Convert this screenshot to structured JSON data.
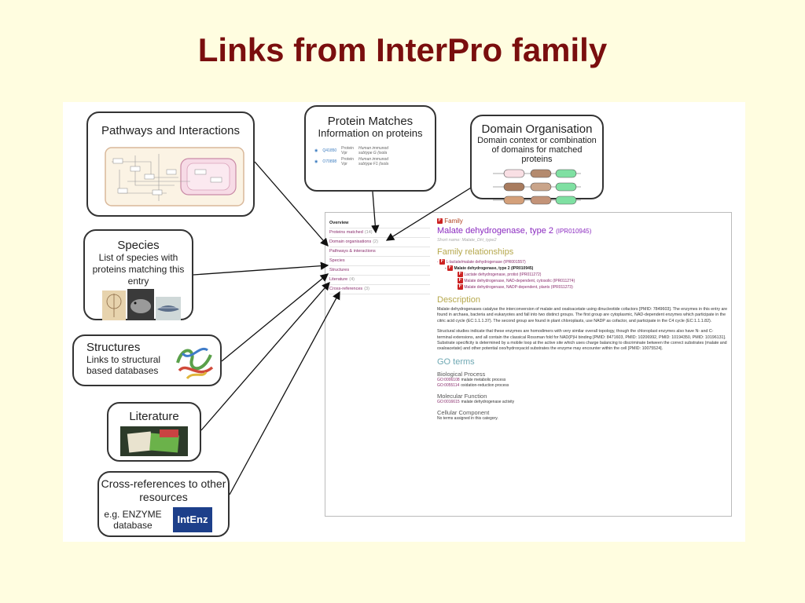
{
  "slide": {
    "title": "Links from InterPro family"
  },
  "callouts": {
    "pathways": {
      "title": "Pathways and Interactions"
    },
    "protein_matches": {
      "title": "Protein Matches",
      "subtitle": "Information on proteins",
      "rows": [
        {
          "acc": "Q41850",
          "type": "Protein",
          "type2": "Vpr",
          "desc": "Human immunod",
          "desc2": "subtype G (isola"
        },
        {
          "acc": "O70898",
          "type": "Protein",
          "type2": "Vpr",
          "desc": "Human immunod",
          "desc2": "subtype F1 (isola"
        }
      ]
    },
    "domain_org": {
      "title": "Domain Organisation",
      "subtitle": "Domain context or combination of domains for matched proteins"
    },
    "species": {
      "title": "Species",
      "subtitle": "List of species with proteins matching this entry"
    },
    "structures": {
      "title": "Structures",
      "subtitle": "Links to structural based databases"
    },
    "literature": {
      "title": "Literature"
    },
    "crossrefs": {
      "title": "Cross-references to other resources",
      "subtitle": "e.g. ENZYME database",
      "logo": "IntEnz"
    }
  },
  "interpro": {
    "nav": [
      {
        "label": "Overview",
        "count": ""
      },
      {
        "label": "Proteins matched",
        "count": "(14)"
      },
      {
        "label": "Domain organisations",
        "count": "(2)"
      },
      {
        "label": "Pathways & interactions",
        "count": ""
      },
      {
        "label": "Species",
        "count": ""
      },
      {
        "label": "Structures",
        "count": ""
      },
      {
        "label": "Literature",
        "count": "(4)"
      },
      {
        "label": "Cross-references",
        "count": "(3)"
      }
    ],
    "type": "Family",
    "title": "Malate dehydrogenase, type 2",
    "accession": "(IPR010945)",
    "short_name": "Short name: Malate_DH_type2",
    "family_heading": "Family relationships",
    "relationships": [
      {
        "label": "L-lactate/malate dehydrogenase",
        "acc": "(IPR001557)"
      },
      {
        "label": "Malate dehydrogenase, type 2",
        "acc": "(IPR010945)"
      },
      {
        "label": "Lactate dehydrogenase, protist",
        "acc": "(IPR011272)"
      },
      {
        "label": "Malate dehydrogenase, NAD-dependent, cytosolic",
        "acc": "(IPR011274)"
      },
      {
        "label": "Malate dehydrogenase, NADP-dependent, plants",
        "acc": "(IPR011273)"
      }
    ],
    "description_heading": "Description",
    "description_p1": "Malate dehydrogenases catalyse the interconversion of malate and oxaloacetate using dinucleotide cofactors [PMID: 7849603]. The enzymes in this entry are found in archaea, bacteria and eukaryotes and fall into two distinct groups. The first group are cytoplasmic, NAD-dependent enzymes which participate in the citric acid cycle (EC:1.1.1.37). The second group are found in plant chloroplasts, use NADP as cofactor, and participate in the C4 cycle (EC:1.1.1.82).",
    "description_p2": "Structural studies indicate that these enzymes are homodimers with very similar overall topology, though the chloroplast enzymes also have N- and C-terminal extensions, and all contain the classical Rossman fold for NAD(P)H binding [PMID: 8471603, PMID: 10206992, PMID: 10194350, PMID: 10196131]. Substrate specificity is determined by a mobile loop at the active site which uses charge balancing to discriminate between the correct substrates (malate and oxaloacetate) and other potential oxo/hydroxyacid substrates the enzyme may encounter within the cell [PMID: 10075524].",
    "go_heading": "GO terms",
    "go_bp_heading": "Biological Process",
    "go_bp": [
      {
        "id": "GO:0006108",
        "label": "malate metabolic process"
      },
      {
        "id": "GO:0055114",
        "label": "oxidation-reduction process"
      }
    ],
    "go_mf_heading": "Molecular Function",
    "go_mf": [
      {
        "id": "GO:0016615",
        "label": "malate dehydrogenase activity"
      }
    ],
    "go_cc_heading": "Cellular Component",
    "go_cc_none": "No terms assigned in this category."
  }
}
